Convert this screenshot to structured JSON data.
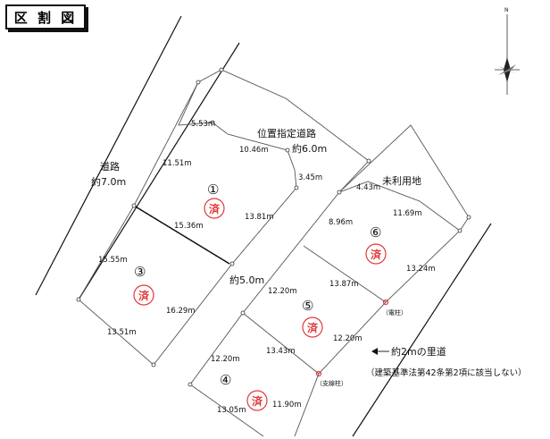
{
  "title": "区 割 図",
  "north_mark": "N",
  "roads": {
    "main_road_name": "道路",
    "main_road_width": "約7.0m",
    "private_road_name": "位置指定道路",
    "private_road_width": "約6.0m",
    "inner_road_width": "約5.0m",
    "satomichi": "約2mの里道",
    "satomichi_note": "（建築基準法第42条第2項に該当しない）"
  },
  "unused_land": "未利用地",
  "markers": {
    "power_pole": "（電柱）",
    "support_pole": "（支線柱）"
  },
  "stamp_char": "済",
  "lots": [
    {
      "number": "①",
      "stamped": true
    },
    {
      "number": "③",
      "stamped": true
    },
    {
      "number": "⑤",
      "stamped": true
    },
    {
      "number": "⑥",
      "stamped": true
    },
    {
      "number": "④",
      "stamped": true
    }
  ],
  "dimensions": [
    "5.53m",
    "10.46m",
    "11.51m",
    "3.45m",
    "13.81m",
    "15.36m",
    "15.55m",
    "16.29m",
    "13.51m",
    "4.43m",
    "8.96m",
    "11.69m",
    "13.24m",
    "13.87m",
    "12.20m",
    "12.20m",
    "13.43m",
    "12.20m",
    "13.05m",
    "11.90m"
  ]
}
